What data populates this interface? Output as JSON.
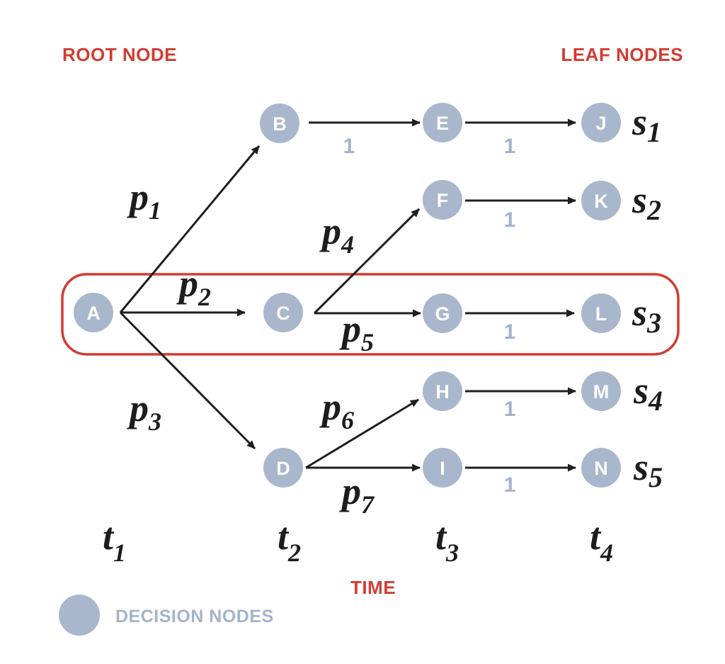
{
  "header": {
    "root_node_label": "ROOT NODE",
    "leaf_nodes_label": "LEAF NODES"
  },
  "footer": {
    "time_axis_label": "TIME"
  },
  "legend": {
    "decision_nodes_label": "DECISION NODES"
  },
  "colors": {
    "node_fill": "#a9b7cd",
    "accent_red": "#d23c32",
    "edge_black": "#1f1f1f",
    "muted_blue": "#a4b3cb"
  },
  "nodes": [
    {
      "id": "A",
      "label": "A"
    },
    {
      "id": "B",
      "label": "B"
    },
    {
      "id": "C",
      "label": "C"
    },
    {
      "id": "D",
      "label": "D"
    },
    {
      "id": "E",
      "label": "E"
    },
    {
      "id": "F",
      "label": "F"
    },
    {
      "id": "G",
      "label": "G"
    },
    {
      "id": "H",
      "label": "H"
    },
    {
      "id": "I",
      "label": "I"
    },
    {
      "id": "J",
      "label": "J"
    },
    {
      "id": "K",
      "label": "K"
    },
    {
      "id": "L",
      "label": "L"
    },
    {
      "id": "M",
      "label": "M"
    },
    {
      "id": "N",
      "label": "N"
    }
  ],
  "probability_labels": [
    {
      "base": "p",
      "sub": "1"
    },
    {
      "base": "p",
      "sub": "2"
    },
    {
      "base": "p",
      "sub": "3"
    },
    {
      "base": "p",
      "sub": "4"
    },
    {
      "base": "p",
      "sub": "5"
    },
    {
      "base": "p",
      "sub": "6"
    },
    {
      "base": "p",
      "sub": "7"
    }
  ],
  "edge_weight_labels": [
    "1",
    "1",
    "1",
    "1",
    "1",
    "1"
  ],
  "time_labels": [
    {
      "base": "t",
      "sub": "1"
    },
    {
      "base": "t",
      "sub": "2"
    },
    {
      "base": "t",
      "sub": "3"
    },
    {
      "base": "t",
      "sub": "4"
    }
  ],
  "scenario_labels": [
    {
      "base": "s",
      "sub": "1"
    },
    {
      "base": "s",
      "sub": "2"
    },
    {
      "base": "s",
      "sub": "3"
    },
    {
      "base": "s",
      "sub": "4"
    },
    {
      "base": "s",
      "sub": "5"
    }
  ]
}
